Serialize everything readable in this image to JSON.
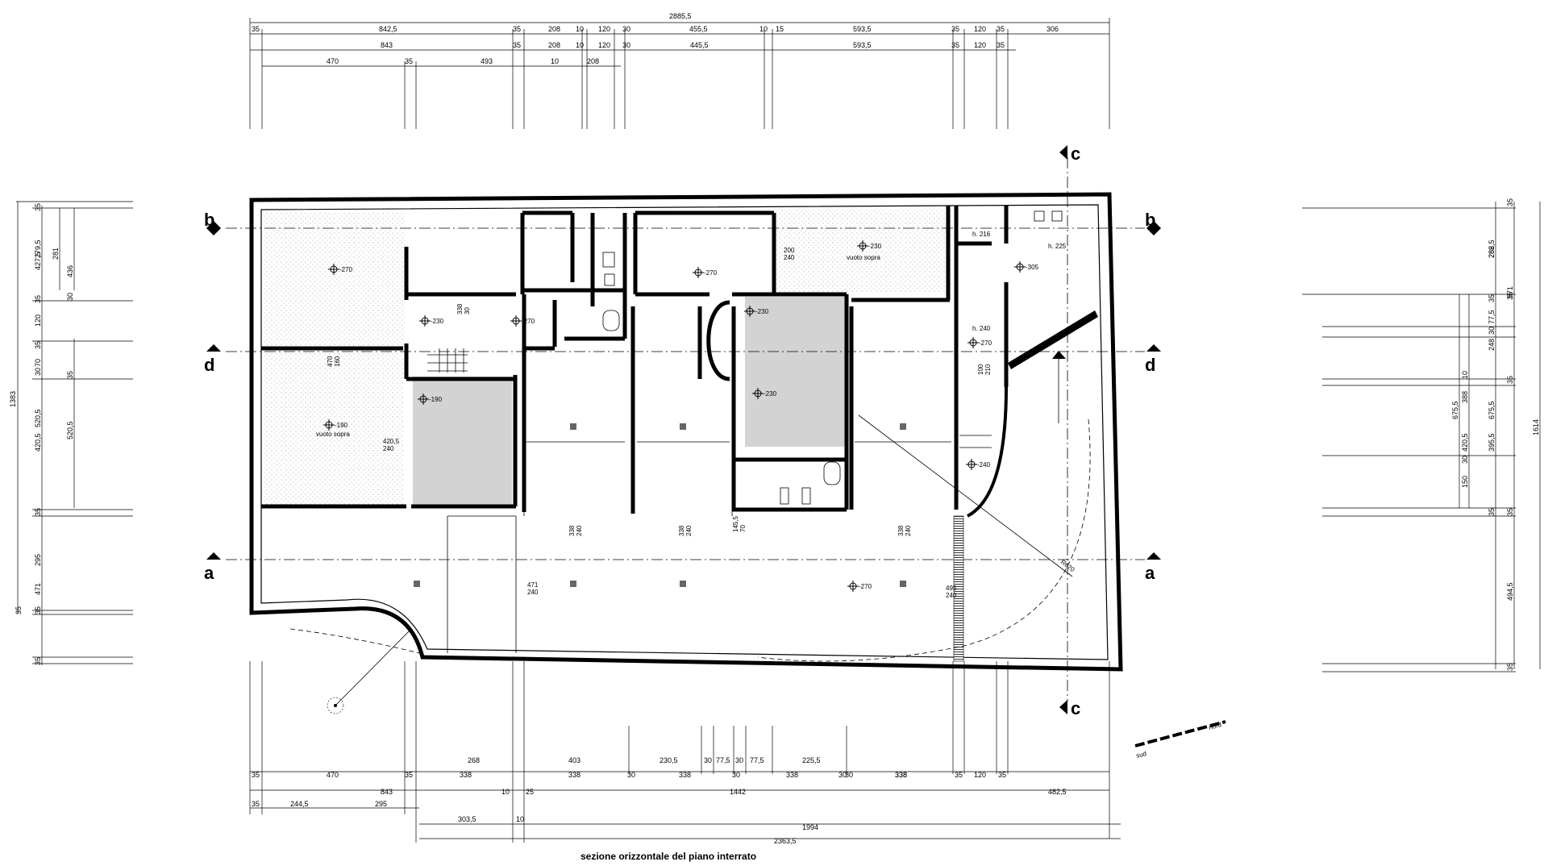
{
  "caption": "sezione orizzontale del piano interrato",
  "compass": {
    "south": "sud",
    "north": "nord"
  },
  "sections": {
    "a": "a",
    "b": "b",
    "c": "c",
    "d": "d"
  },
  "top_dims": {
    "total": "2885,5",
    "row1": [
      "35",
      "842,5",
      "35",
      "208",
      "10",
      "120",
      "30",
      "455,5",
      "10",
      "15",
      "593,5",
      "35",
      "120",
      "35",
      "306"
    ],
    "row2": [
      "843",
      "35",
      "208",
      "10",
      "120",
      "30",
      "445,5",
      "593,5",
      "35",
      "120",
      "35"
    ],
    "row3": [
      "470",
      "35",
      "493",
      "10",
      "208"
    ]
  },
  "bottom_dims": {
    "row1": [
      "35",
      "470",
      "35",
      "338",
      "268",
      "403",
      "230,5",
      "30",
      "77,5",
      "30",
      "77,5",
      "225,5",
      "30",
      "338",
      "35",
      "120",
      "35"
    ],
    "row1b": [
      "338",
      "30",
      "338",
      "30",
      "338",
      "30",
      "338"
    ],
    "row2": [
      "843",
      "10",
      "25",
      "1442",
      "482,5"
    ],
    "row3": [
      "35",
      "244,5",
      "295"
    ],
    "row4": [
      "303,5",
      "10",
      "1994"
    ],
    "row5": "2363,5"
  },
  "left_dims": {
    "outer": "1383",
    "col1": [
      "35",
      "427,5",
      "35",
      "120",
      "35",
      "30",
      "70",
      "520,5",
      "35",
      "295",
      "35",
      "35"
    ],
    "col2": [
      "279,5",
      "35",
      "30",
      "420,5",
      "35",
      "471"
    ],
    "col3": [
      "281",
      "436",
      "520,5"
    ]
  },
  "right_dims": {
    "outer": "1614",
    "col1": [
      "35",
      "282,5",
      "35",
      "77,5",
      "30",
      "248",
      "10",
      "35",
      "675,5",
      "420,5",
      "30",
      "150",
      "35",
      "494,5",
      "35"
    ],
    "col2": [
      "286",
      "571",
      "35",
      "388",
      "675,5",
      "395,5",
      "35"
    ]
  },
  "levels": [
    "-270",
    "-230",
    "-270",
    "-190",
    "-190",
    "-270",
    "-230",
    "-230",
    "-230",
    "-305",
    "-270",
    "-240",
    "-270"
  ],
  "room_notes": {
    "vuoto_sopra_1": "vuoto sopra",
    "vuoto_sopra_2": "vuoto sopra",
    "h216": "h. 216",
    "h225": "h. 225",
    "h240": "h. 240",
    "radius": "R620"
  },
  "openings": [
    "338\n240",
    "338\n240",
    "338\n240",
    "145,5\n70",
    "471\n240",
    "495\n240",
    "100\n210",
    "200\n240",
    "470\n160",
    "420,5\n240",
    "338\n30"
  ]
}
